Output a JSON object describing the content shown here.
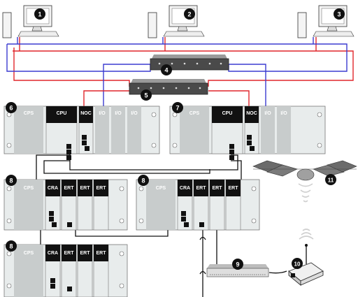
{
  "colors": {
    "redNetwork": "#e0262b",
    "blueNetwork": "#3b3bd0",
    "cable": "#111111",
    "rackFill": "#e8ecec",
    "greyModule": "#c8cccc",
    "blackModule": "#111111",
    "badge": "#111111"
  },
  "badges": {
    "b1": "1",
    "b2": "2",
    "b3": "3",
    "b4": "4",
    "b5": "5",
    "b6": "6",
    "b7": "7",
    "b8a": "8",
    "b8b": "8",
    "b8c": "8",
    "b9": "9",
    "b10": "10",
    "b11": "11"
  },
  "racks": {
    "rack6": {
      "modules": [
        "CPS",
        "CPU",
        "NOC",
        "I/O",
        "I/O",
        "I/O"
      ]
    },
    "rack7": {
      "modules": [
        "CPS",
        "CPU",
        "NOC",
        "I/O",
        "I/O"
      ]
    },
    "rack8a": {
      "modules": [
        "CPS",
        "CRA",
        "ERT",
        "ERT",
        "ERT"
      ]
    },
    "rack8b": {
      "modules": [
        "CPS",
        "CRA",
        "ERT",
        "ERT",
        "ERT"
      ]
    },
    "rack8c": {
      "modules": [
        "CPS",
        "CRA",
        "ERT",
        "ERT",
        "ERT"
      ]
    }
  }
}
